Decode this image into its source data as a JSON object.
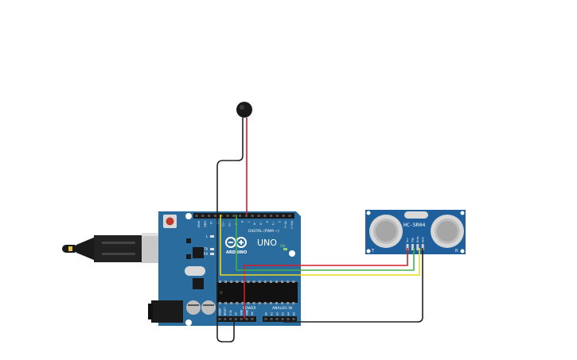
{
  "board": {
    "brand": "ARDUINO",
    "model": "UNO",
    "digital_header": "DIGITAL (PWM ~)",
    "power_header": "POWER",
    "analog_header": "ANALOG IN",
    "on_label": "ON",
    "tx_label": "TX",
    "rx_label": "RX",
    "l_label": "L",
    "digital_pins": [
      "AREF",
      "GND",
      "13",
      "12",
      "~11",
      "~10",
      "~9",
      "8",
      "7",
      "~6",
      "~5",
      "4",
      "~3",
      "2",
      "TX→1",
      "RX←0"
    ],
    "power_pins": [
      "IOREF",
      "RESET",
      "3.3V",
      "5V",
      "GND",
      "GND",
      "Vin"
    ],
    "analog_pins": [
      "A0",
      "A1",
      "A2",
      "A3",
      "A4",
      "A5"
    ]
  },
  "sensor": {
    "name": "HC-SR04",
    "mark_left": "T",
    "mark_right": "R",
    "pins": [
      "Vcc",
      "Trig",
      "Echo",
      "Gnd"
    ]
  },
  "colors": {
    "board": "#2a6c9e",
    "sensor": "#1f5f9c",
    "wire_red": "#d11d2a",
    "wire_green": "#43b04a",
    "wire_yellow": "#e8dc1a",
    "wire_black": "#222222"
  }
}
